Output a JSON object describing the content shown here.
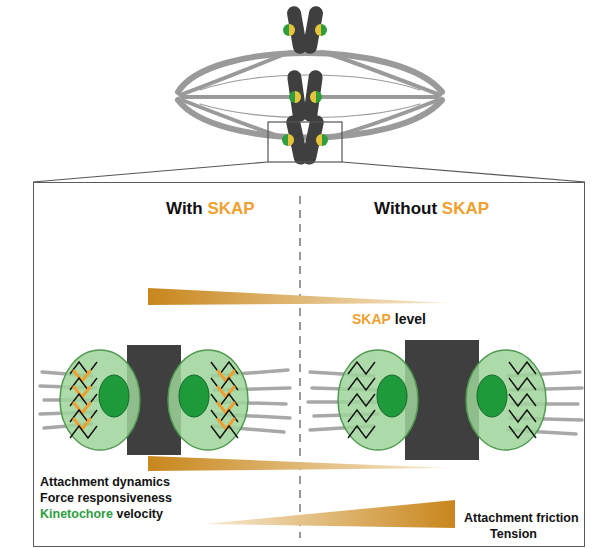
{
  "diagram": {
    "nodes": [
      {
        "text": [
          "With",
          "SKAP",
          "Without",
          "SKAP",
          "SKAP",
          "level",
          "Attachment dynamics",
          "Force responsiveness",
          "Kinetochore",
          "velocity",
          "Attachment friction",
          "Tension"
        ]
      }
    ]
  }
}
